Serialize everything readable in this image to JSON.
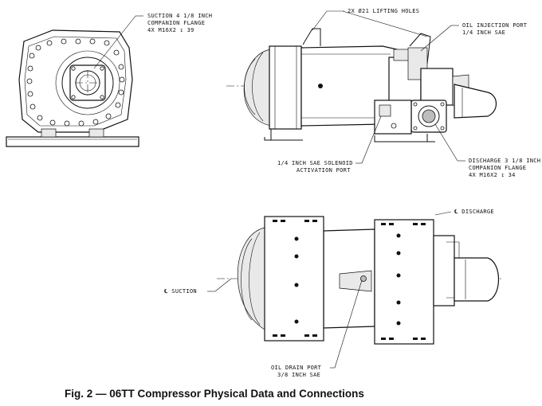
{
  "labels": {
    "suction_flange_1": "SUCTION 4 1/8 INCH",
    "suction_flange_2": "COMPANION FLANGE",
    "suction_flange_3": "4X M16X2 ↧ 39",
    "lifting_holes": "2X Ø21 LIFTING HOLES",
    "oil_injection_1": "OIL INJECTION PORT",
    "oil_injection_2": "1/4 INCH SAE",
    "solenoid_1": "1/4 INCH SAE SOLENOID",
    "solenoid_2": "ACTIVATION PORT",
    "discharge_flange_1": "DISCHARGE 3 1/8 INCH",
    "discharge_flange_2": "COMPANION FLANGE",
    "discharge_flange_3": "4X M16X2 ↧ 34",
    "discharge_cl": "℄ DISCHARGE",
    "suction_cl": "℄ SUCTION",
    "oil_drain_1": "OIL DRAIN PORT",
    "oil_drain_2": "3/8 INCH SAE"
  },
  "caption": "Fig. 2 — 06TT Compressor Physical Data and Connections"
}
